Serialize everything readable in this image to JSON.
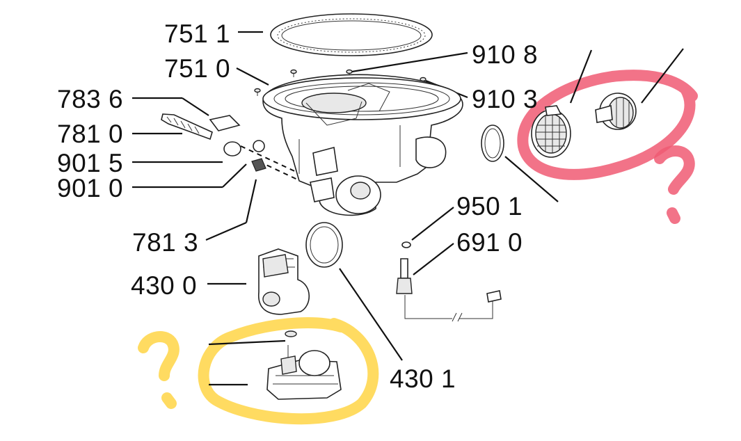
{
  "labels": {
    "ring_7511": "751 1",
    "lid_7510": "751 0",
    "screw_9108": "910 8",
    "screw_9103": "910 3",
    "part_7836": "783 6",
    "part_7810": "781 0",
    "part_9015": "901 5",
    "part_9010": "901 0",
    "part_7813": "781 3",
    "part_9501": "950 1",
    "part_6910": "691 0",
    "pump_4300": "430 0",
    "pump_4301": "430 1"
  },
  "annotations": {
    "red_color": "#f05a73",
    "yellow_color": "#ffd23a"
  }
}
